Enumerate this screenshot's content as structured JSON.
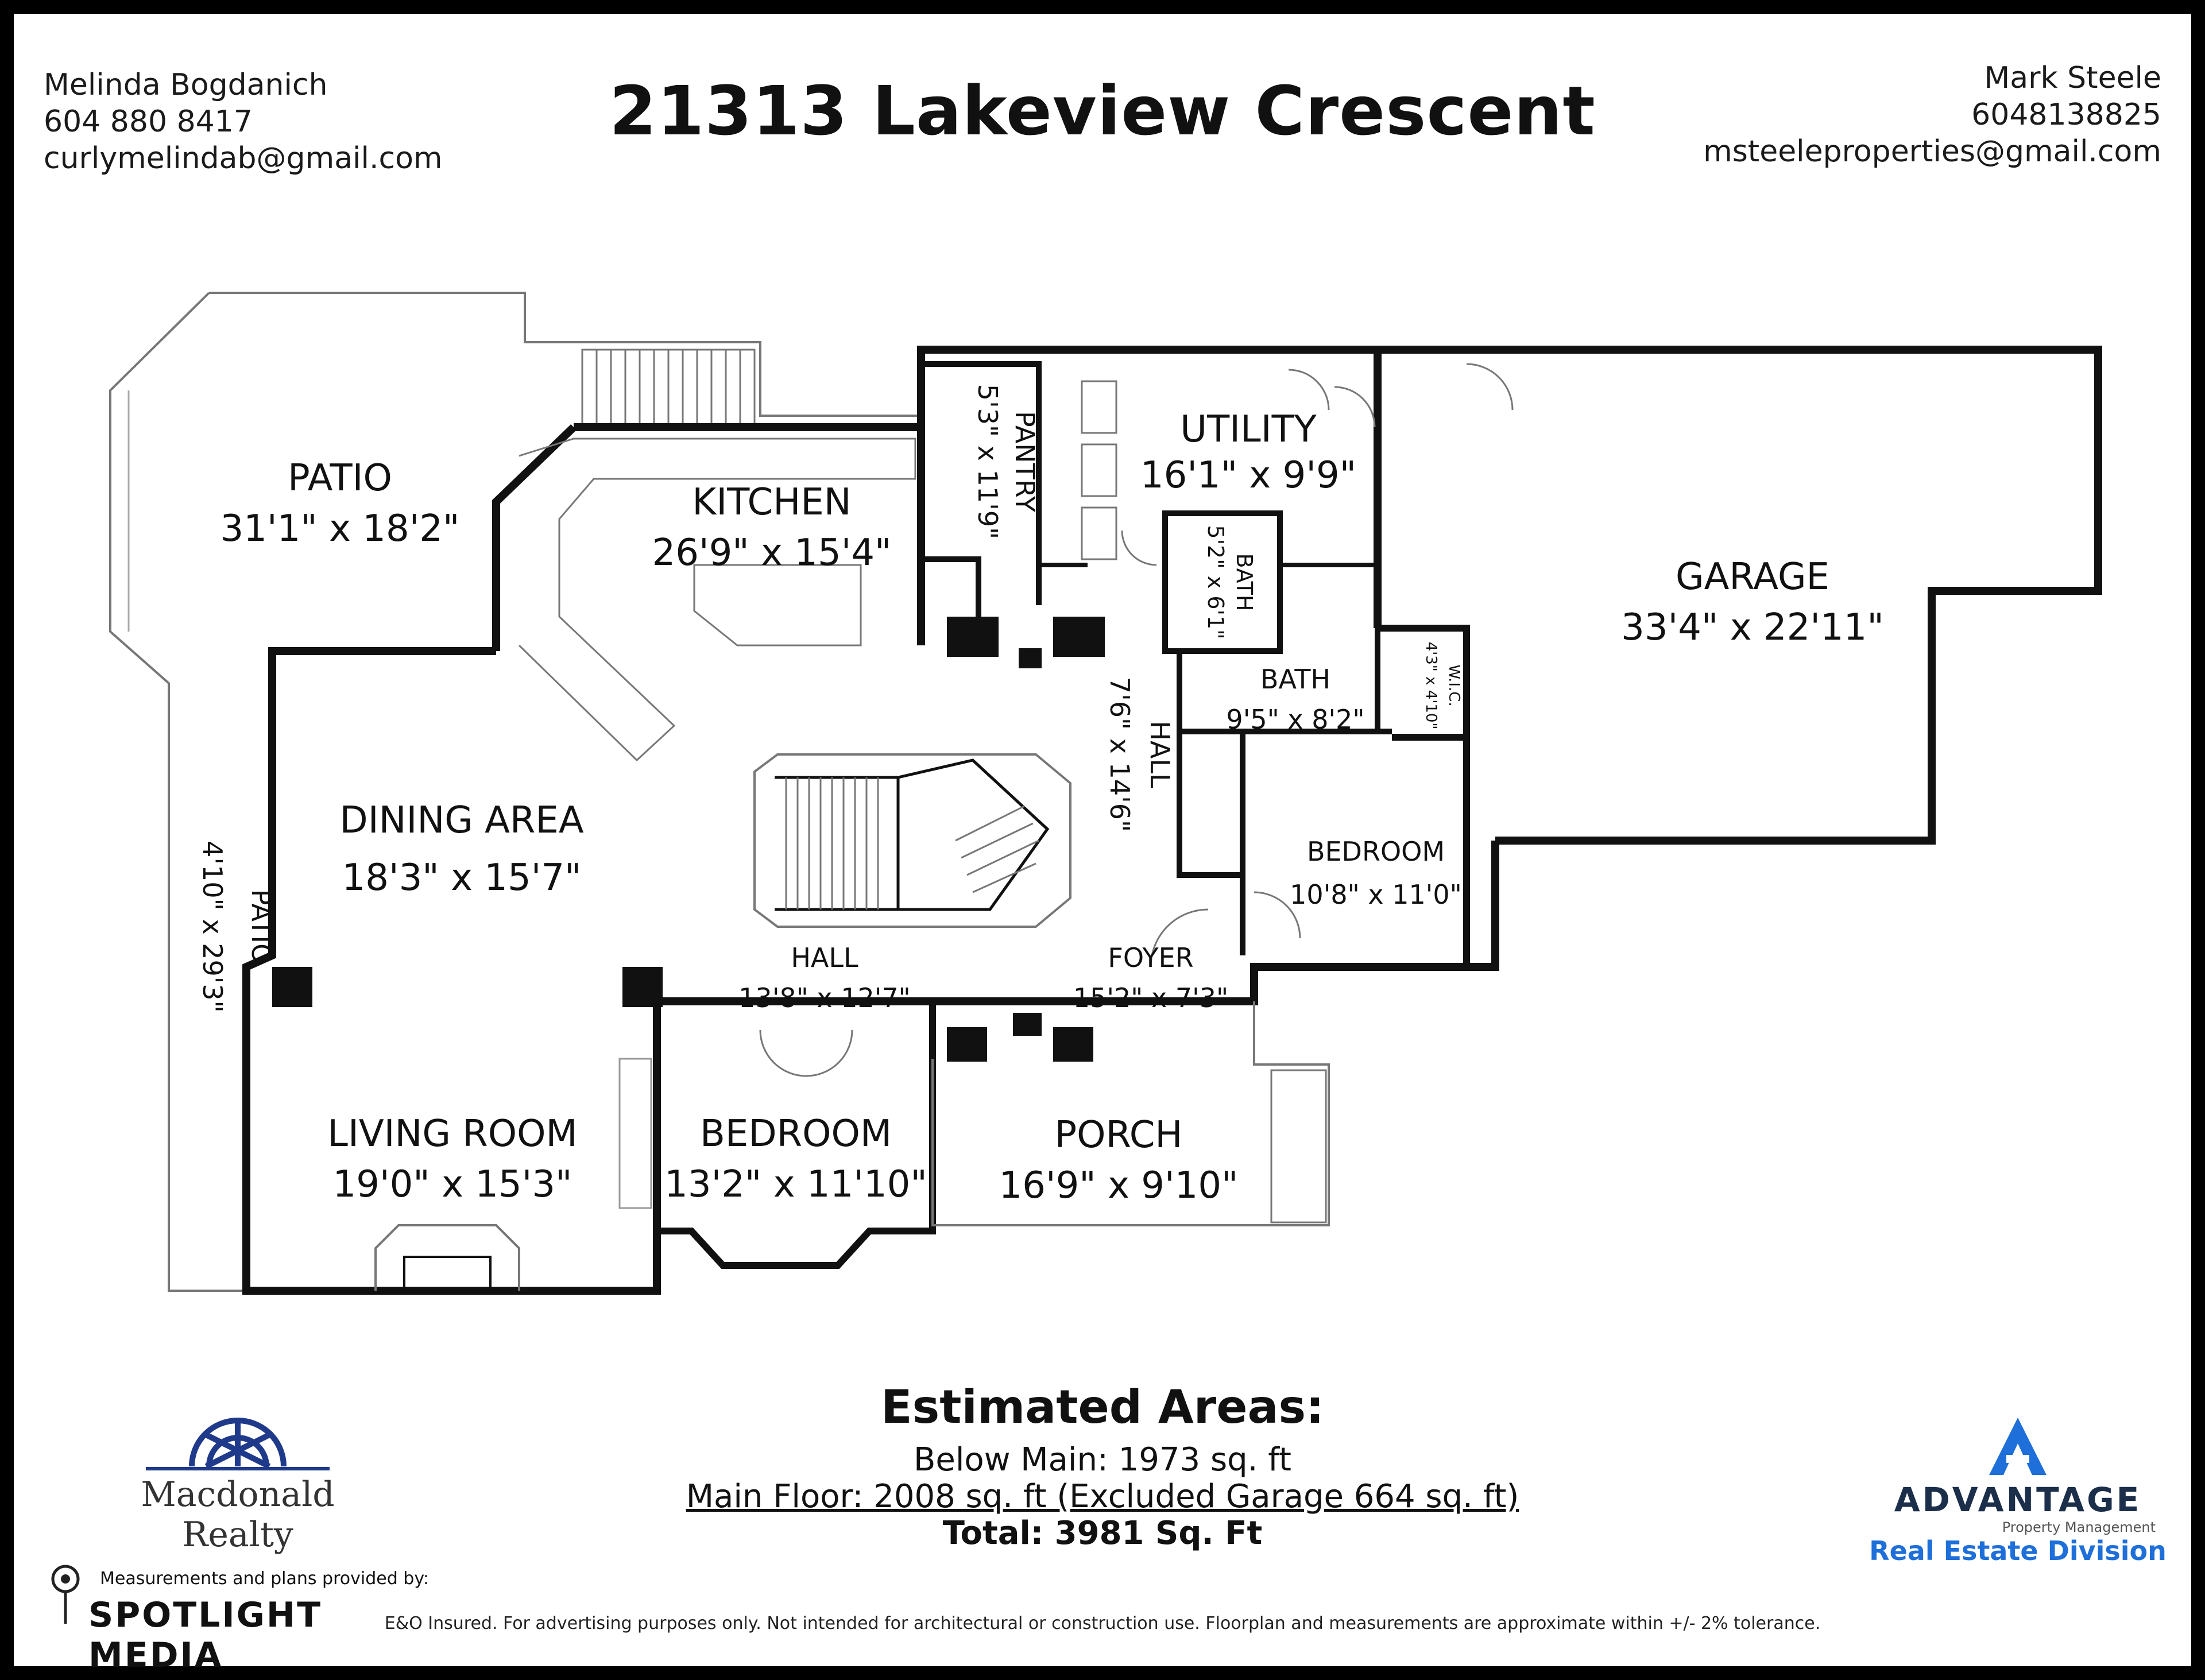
{
  "title": "21313 Lakeview Crescent",
  "agent_left": {
    "name": "Melinda Bogdanich",
    "phone": "604 880 8417",
    "email": "curlymelindab@gmail.com"
  },
  "agent_right": {
    "name": "Mark Steele",
    "phone": "6048138825",
    "email": "msteeleproperties@gmail.com"
  },
  "rooms": {
    "patio_upper": {
      "name": "PATIO",
      "dims": "31'1\" x 18'2\""
    },
    "kitchen": {
      "name": "KITCHEN",
      "dims": "26'9\" x 15'4\""
    },
    "pantry": {
      "name": "PANTRY",
      "dims": "5'3\" x 11'9\""
    },
    "utility": {
      "name": "UTILITY",
      "dims": "16'1\" x 9'9\""
    },
    "garage": {
      "name": "GARAGE",
      "dims": "33'4\" x 22'11\""
    },
    "bath_small": {
      "name": "BATH",
      "dims": "5'2\" x 6'1\""
    },
    "bath": {
      "name": "BATH",
      "dims": "9'5\" x 8'2\""
    },
    "wic": {
      "name": "W.I.C.",
      "dims": "4'3\" x 4'10\""
    },
    "hall_vertical": {
      "name": "HALL",
      "dims": "7'6\" x 14'6\""
    },
    "dining": {
      "name": "DINING AREA",
      "dims": "18'3\" x 15'7\""
    },
    "patio_side": {
      "name": "PATIO",
      "dims": "4'10\" x 29'3\""
    },
    "bedroom_right": {
      "name": "BEDROOM",
      "dims": "10'8\" x 11'0\""
    },
    "hall": {
      "name": "HALL",
      "dims": "13'8\" x 12'7\""
    },
    "foyer": {
      "name": "FOYER",
      "dims": "15'2\" x 7'3\""
    },
    "living": {
      "name": "LIVING ROOM",
      "dims": "19'0\" x 15'3\""
    },
    "bedroom_left": {
      "name": "BEDROOM",
      "dims": "13'2\" x 11'10\""
    },
    "porch": {
      "name": "PORCH",
      "dims": "16'9\" x 9'10\""
    }
  },
  "areas": {
    "heading": "Estimated Areas:",
    "below_main": "Below Main: 1973 sq. ft",
    "main_floor": "Main Floor: 2008 sq. ft (Excluded Garage 664 sq. ft)",
    "total": "Total: 3981 Sq. Ft"
  },
  "logos": {
    "macdonald_line1": "Macdonald",
    "macdonald_line2": "Realty",
    "spotlight_caption": "Measurements and plans provided by:",
    "spotlight_name": "SPOTLIGHT MEDIA",
    "advantage_name": "ADVANTAGE",
    "advantage_sub": "Property Management",
    "advantage_division": "Real Estate Division",
    "macdonald_color": "#1f3a8a",
    "advantage_color": "#1e6fd9"
  },
  "disclaimer": "E&O Insured. For advertising purposes only. Not intended for architectural or construction use. Floorplan and measurements are approximate within +/- 2% tolerance."
}
